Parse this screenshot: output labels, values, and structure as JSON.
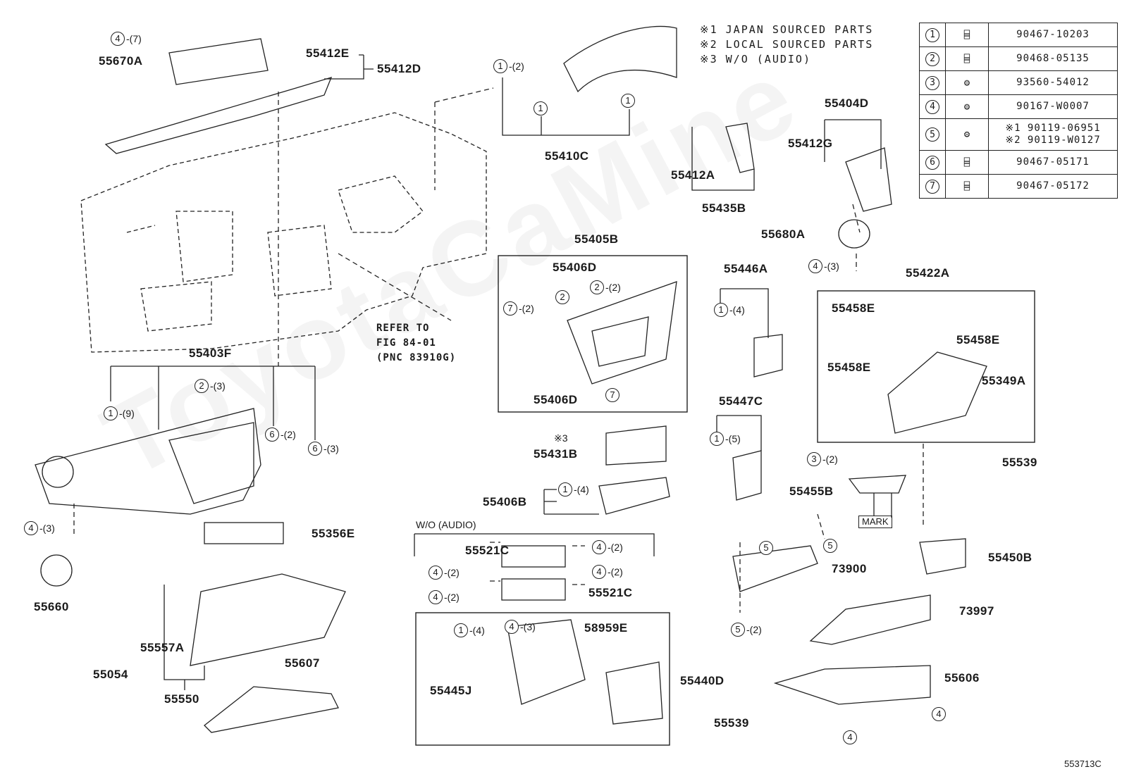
{
  "notes": [
    {
      "mark": "※1",
      "text": "JAPAN SOURCED PARTS"
    },
    {
      "mark": "※2",
      "text": "LOCAL SOURCED PARTS"
    },
    {
      "mark": "※3",
      "text": "W/O (AUDIO)"
    }
  ],
  "fastener_table": [
    {
      "no": "1",
      "part": "90467-10203"
    },
    {
      "no": "2",
      "part": "90468-05135"
    },
    {
      "no": "3",
      "part": "93560-54012"
    },
    {
      "no": "4",
      "part": "90167-W0007"
    },
    {
      "no": "5",
      "part": "※1 90119-06951",
      "part2": "※2 90119-W0127"
    },
    {
      "no": "6",
      "part": "90467-05171"
    },
    {
      "no": "7",
      "part": "90467-05172"
    }
  ],
  "labels": {
    "p55670A": "55670A",
    "p55412E": "55412E",
    "p55412D": "55412D",
    "p55410C": "55410C",
    "p55412A": "55412A",
    "p55435B": "55435B",
    "p55404D": "55404D",
    "p55412G": "55412G",
    "p55680A": "55680A",
    "p55405B": "55405B",
    "p55406D_top": "55406D",
    "p55406D_bot": "55406D",
    "p55446A": "55446A",
    "p55422A": "55422A",
    "p55458E_1": "55458E",
    "p55458E_2": "55458E",
    "p55458E_3": "55458E",
    "p55349A": "55349A",
    "p55403F": "55403F",
    "p55447C": "55447C",
    "p55431B": "55431B",
    "p55431B_note": "※3",
    "p55539_1": "55539",
    "p55455B": "55455B",
    "p55406B": "55406B",
    "p55356E": "55356E",
    "p55660": "55660",
    "p55521C_1": "55521C",
    "p55521C_2": "55521C",
    "p73900": "73900",
    "p55450B": "55450B",
    "p73997": "73997",
    "p55557A": "55557A",
    "p55054": "55054",
    "p55550": "55550",
    "p55607": "55607",
    "p58959E": "58959E",
    "p55440D": "55440D",
    "p55445J": "55445J",
    "p55606": "55606",
    "p55539_2": "55539",
    "wo_audio": "W/O (AUDIO)",
    "mark": "MARK",
    "refer_line1": "REFER TO",
    "refer_line2": "FIG 84-01",
    "refer_line3": "(PNC 83910G)",
    "figure_id": "553713C"
  },
  "callouts": {
    "c1": {
      "n": "4",
      "q": "(7)"
    },
    "c2": {
      "n": "1",
      "q": "(2)"
    },
    "c3": {
      "n": "1",
      "q": ""
    },
    "c4": {
      "n": "1",
      "q": ""
    },
    "c5": {
      "n": "2",
      "q": "(2)"
    },
    "c6": {
      "n": "2",
      "q": ""
    },
    "c7": {
      "n": "7",
      "q": "(2)"
    },
    "c8": {
      "n": "7",
      "q": ""
    },
    "c9": {
      "n": "1",
      "q": "(4)"
    },
    "c10": {
      "n": "4",
      "q": "(3)"
    },
    "c11": {
      "n": "2",
      "q": "(3)"
    },
    "c12": {
      "n": "1",
      "q": "(9)"
    },
    "c13": {
      "n": "6",
      "q": "(2)"
    },
    "c14": {
      "n": "6",
      "q": "(3)"
    },
    "c15": {
      "n": "1",
      "q": "(5)"
    },
    "c16": {
      "n": "3",
      "q": "(2)"
    },
    "c17": {
      "n": "1",
      "q": "(4)"
    },
    "c18": {
      "n": "4",
      "q": "(3)"
    },
    "c19": {
      "n": "4",
      "q": "(2)"
    },
    "c20": {
      "n": "4",
      "q": "(2)"
    },
    "c21": {
      "n": "4",
      "q": "(2)"
    },
    "c22": {
      "n": "4",
      "q": "(2)"
    },
    "c23": {
      "n": "5",
      "q": ""
    },
    "c24": {
      "n": "5",
      "q": ""
    },
    "c25": {
      "n": "5",
      "q": "(2)"
    },
    "c26": {
      "n": "1",
      "q": "(4)"
    },
    "c27": {
      "n": "4",
      "q": "(3)"
    },
    "c28": {
      "n": "4",
      "q": ""
    },
    "c29": {
      "n": "4",
      "q": ""
    }
  },
  "watermark": "ToyotaCaMine"
}
